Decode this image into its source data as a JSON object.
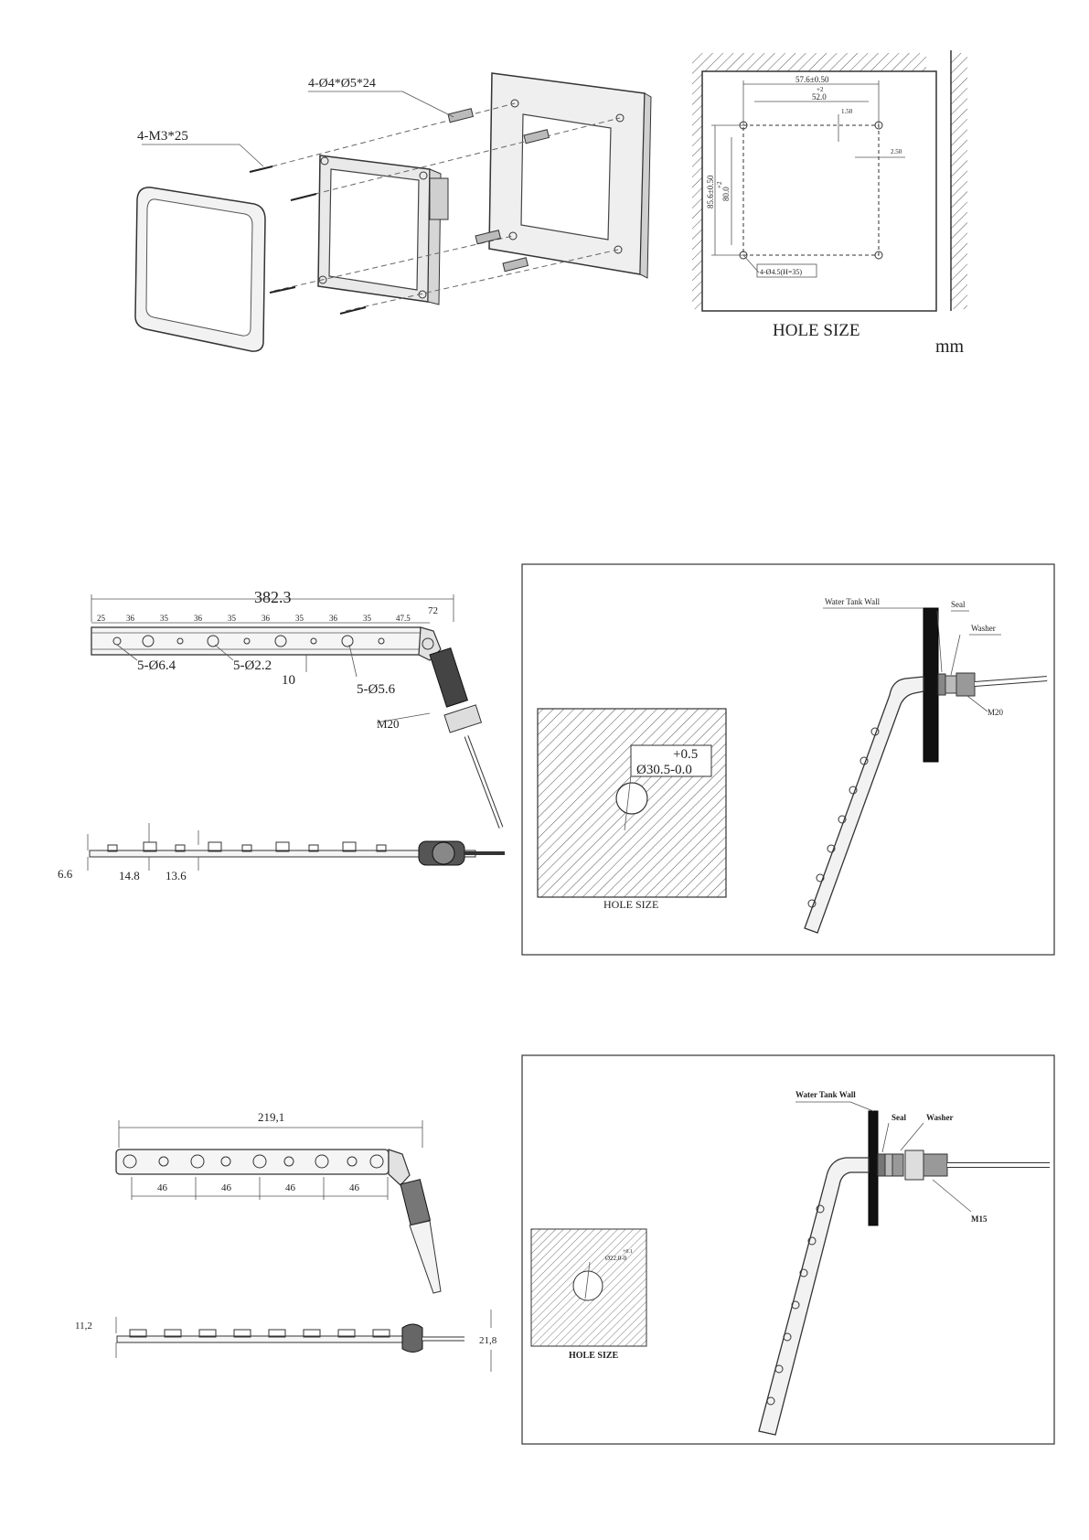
{
  "figure1": {
    "screw_a_label": "4-M3*25",
    "screw_b_label": "4-Ø4*Ø5*24",
    "dim_outer_w": "57.6±0.50",
    "dim_inner_w": "52.0",
    "dim_inner_w_tol": "+2",
    "dim_top_small": "1.50",
    "dim_right_small": "2.50",
    "dim_outer_h": "85.6±0.50",
    "dim_inner_h": "80.0",
    "dim_inner_h_tol": "+2",
    "hole_label": "4-Ø4.5(H=35)",
    "caption": "HOLE SIZE",
    "unit": "mm"
  },
  "figure2": {
    "length": "382.3",
    "pitches": [
      "25",
      "36",
      "35",
      "36",
      "35",
      "36",
      "35",
      "36",
      "35",
      "47.5"
    ],
    "end_len": "72",
    "hole_a": "5-Ø6.4",
    "hole_b": "5-Ø2.2",
    "pitch10": "10",
    "hole_c": "5-Ø5.6",
    "thread": "M20",
    "h1": "6.6",
    "h2": "14.8",
    "h3": "13.6"
  },
  "figure3": {
    "wall": "Water Tank Wall",
    "seal": "Seal",
    "washer": "Washer",
    "thread": "M20",
    "tol_plus": "+0.5",
    "diameter": "Ø30.5-0.0",
    "caption": "HOLE SIZE"
  },
  "figure4": {
    "length": "219,1",
    "pitches": [
      "46",
      "46",
      "46",
      "46"
    ],
    "h1": "11,2",
    "h2": "21,8"
  },
  "figure5": {
    "wall": "Water Tank Wall",
    "seal": "Seal",
    "washer": "Washer",
    "thread": "M15",
    "tol": "+0.1",
    "diameter": "Ø22.0-0",
    "caption": "HOLE SIZE"
  }
}
